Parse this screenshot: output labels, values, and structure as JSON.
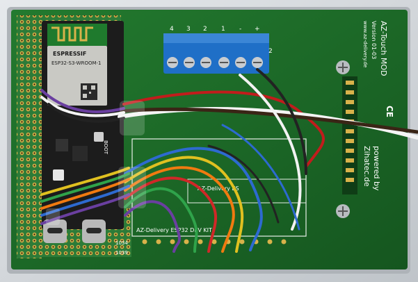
{
  "photo": {
    "module_brand": "ESPRESSIF",
    "module_model": "ESP32-S3-WROOM-1",
    "board_title": "AZ-Touch MOD",
    "board_version": "Version 01-03",
    "board_url": "www.az-delivery.de",
    "board_credit_1": "powered by",
    "board_credit_2": "Zihatec.de",
    "header_label": "AZ-Delivery ESP32 DEV KIT",
    "header_label_2": "AZ-Delivery ES",
    "boot_label": "BOOT",
    "pin_label_1": "1034",
    "pin_label_2": "1039",
    "terminal_digits": [
      "4",
      "3",
      "2",
      "1",
      "-",
      "+",
      "2"
    ],
    "ce_mark": "CE"
  },
  "colors": {
    "case": "#dfe2e6",
    "pcb": "#1f6b2a",
    "perfboard": "#2f7a3a",
    "terminal": "#1f6fc7",
    "module_shield": "#c9c9c4"
  }
}
